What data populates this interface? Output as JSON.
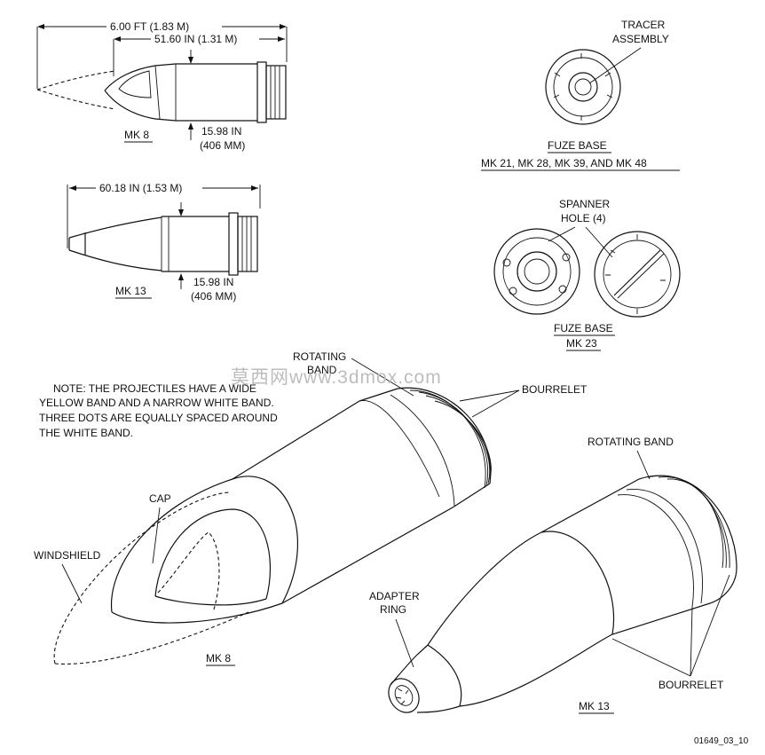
{
  "mk8_top": {
    "overall_length": "6.00 FT (1.83 M)",
    "body_length": "51.60 IN (1.31 M)",
    "diameter_line1": "15.98 IN",
    "diameter_line2": "(406 MM)",
    "name": "MK 8"
  },
  "mk13_top": {
    "overall_length": "60.18 IN (1.53 M)",
    "diameter_line1": "15.98 IN",
    "diameter_line2": "(406 MM)",
    "name": "MK 13"
  },
  "fuze_base_1": {
    "callout_line1": "TRACER",
    "callout_line2": "ASSEMBLY",
    "title": "FUZE BASE",
    "subtitle": "MK 21, MK 28, MK 39, AND MK 48"
  },
  "fuze_base_2": {
    "callout_line1": "SPANNER",
    "callout_line2": "HOLE (4)",
    "title": "FUZE BASE",
    "subtitle": "MK 23"
  },
  "note": {
    "line1": "NOTE:  THE PROJECTILES HAVE A WIDE",
    "line2": "YELLOW BAND AND A NARROW WHITE BAND.",
    "line3": "THREE DOTS ARE EQUALLY SPACED AROUND",
    "line4": "THE WHITE BAND."
  },
  "mk8_main": {
    "rotating_band_line1": "ROTATING",
    "rotating_band_line2": "BAND",
    "bourrelet": "BOURRELET",
    "cap": "CAP",
    "windshield": "WINDSHIELD",
    "name": "MK 8"
  },
  "mk13_main": {
    "rotating_band": "ROTATING BAND",
    "adapter_line1": "ADAPTER",
    "adapter_line2": "RING",
    "bourrelet": "BOURRELET",
    "name": "MK 13"
  },
  "watermark": "莫西网www.3dmox.com",
  "figure_id": "01649_03_10"
}
